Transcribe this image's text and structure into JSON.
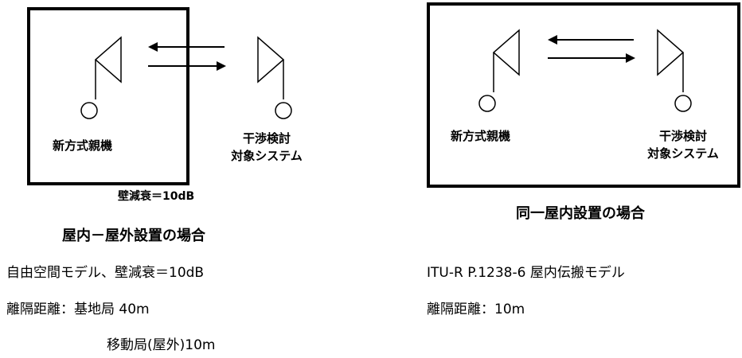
{
  "left": {
    "device_label": "新方式親機",
    "target_line1": "干渉検討",
    "target_line2": "対象システム",
    "wall_loss": "壁減衰＝10dB",
    "caption": "屋内－屋外設置の場合",
    "note1": "自由空間モデル、壁減衰＝10dB",
    "note2": "離隔距離：基地局 40m",
    "note3": "移動局(屋外)10m"
  },
  "right": {
    "device_label": "新方式親機",
    "target_line1": "干渉検討",
    "target_line2": "対象システム",
    "caption": "同一屋内設置の場合",
    "note1": "ITU-R P.1238-6  屋内伝搬モデル",
    "note2": "離隔距離：10m"
  }
}
